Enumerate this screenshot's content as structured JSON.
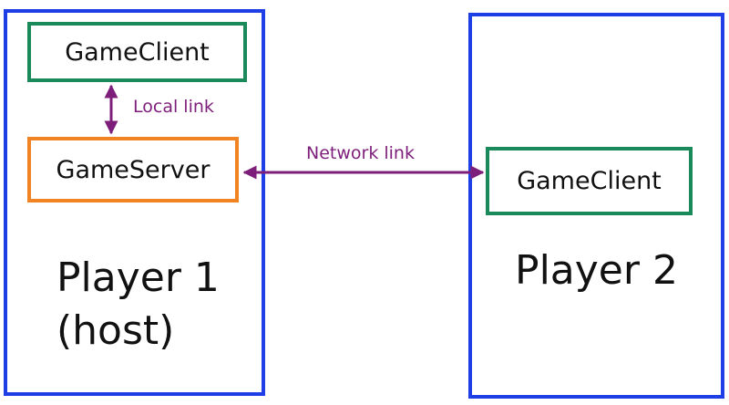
{
  "player1": {
    "label_line1": "Player 1",
    "label_line2": "(host)",
    "client_label": "GameClient",
    "server_label": "GameServer"
  },
  "player2": {
    "label": "Player 2",
    "client_label": "GameClient"
  },
  "links": {
    "local": "Local link",
    "network": "Network link"
  },
  "colors": {
    "player_box": "#1f3fe6",
    "client_box": "#1a8a5a",
    "server_box": "#f28323",
    "link": "#7d1f7a"
  }
}
